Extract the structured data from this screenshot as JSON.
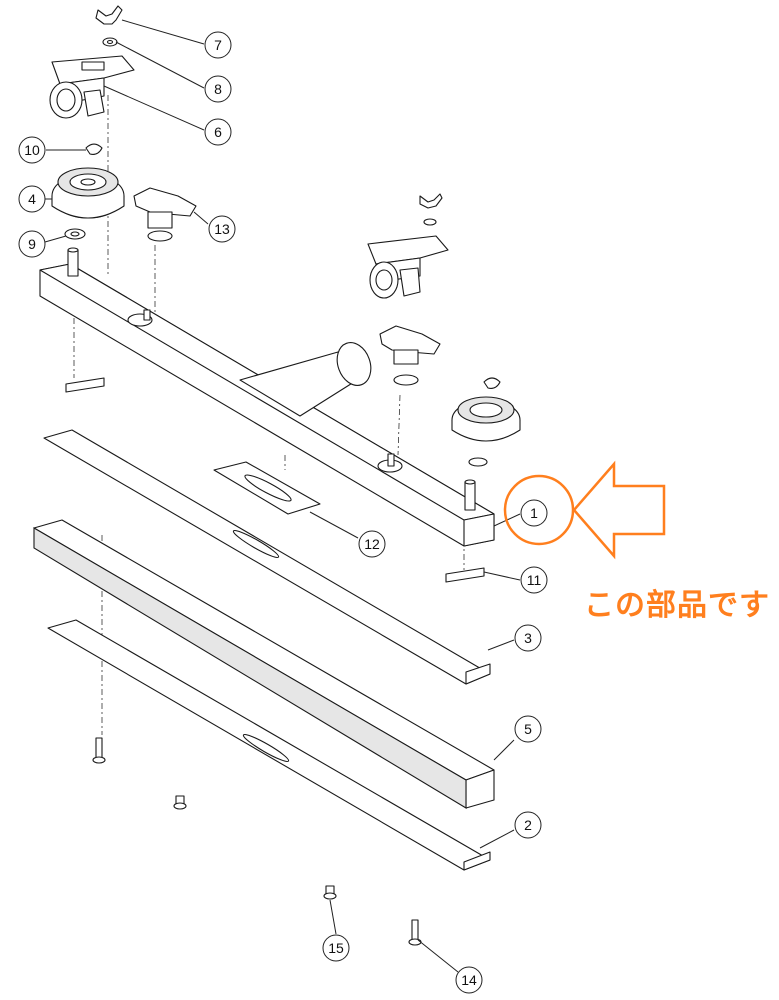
{
  "annotation": {
    "text": "この部品です",
    "color": "#ff7f1e"
  },
  "callouts": [
    {
      "id": "1",
      "label": "1"
    },
    {
      "id": "2",
      "label": "2"
    },
    {
      "id": "3",
      "label": "3"
    },
    {
      "id": "4",
      "label": "4"
    },
    {
      "id": "5",
      "label": "5"
    },
    {
      "id": "6",
      "label": "6"
    },
    {
      "id": "7",
      "label": "7"
    },
    {
      "id": "8",
      "label": "8"
    },
    {
      "id": "9",
      "label": "9"
    },
    {
      "id": "10",
      "label": "10"
    },
    {
      "id": "11",
      "label": "11"
    },
    {
      "id": "12",
      "label": "12"
    },
    {
      "id": "13",
      "label": "13"
    },
    {
      "id": "14",
      "label": "14"
    },
    {
      "id": "15",
      "label": "15"
    }
  ]
}
